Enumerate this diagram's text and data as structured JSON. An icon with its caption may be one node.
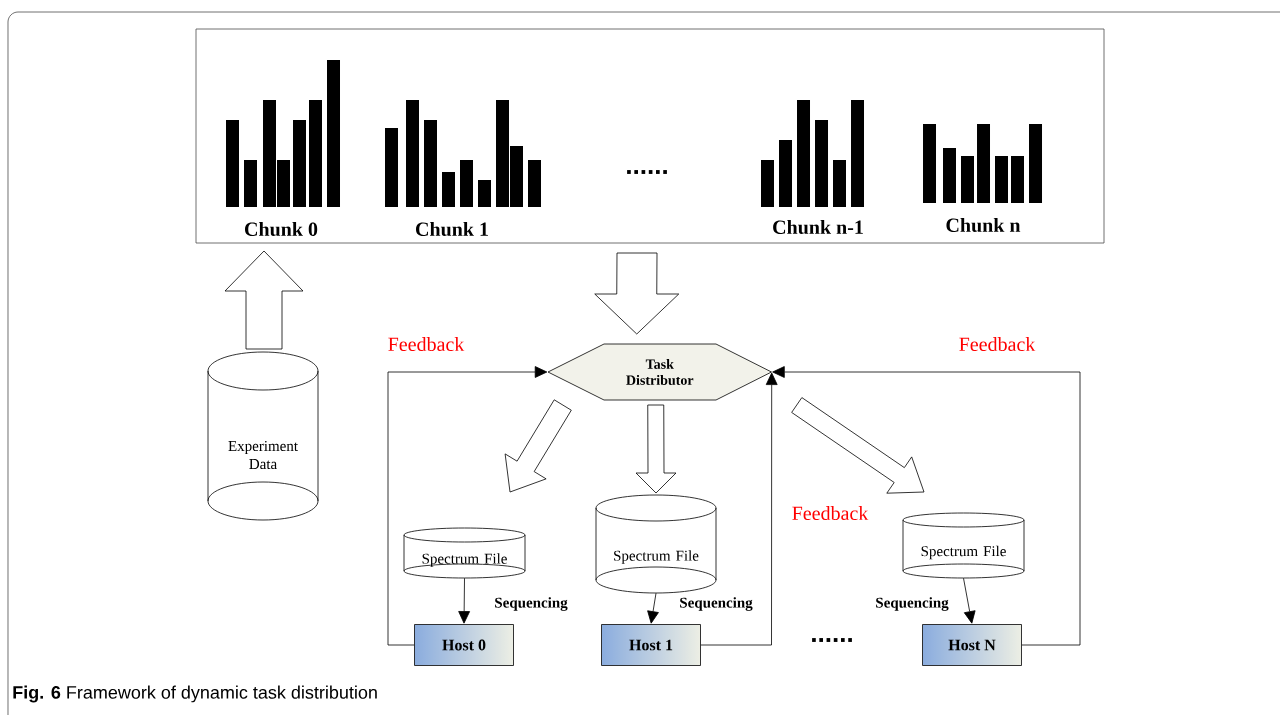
{
  "diagram": {
    "caption": "**Fig. 6** Framework of dynamic task distribution",
    "nodes": [
      {
        "text": [],
        "shape": "box"
      },
      {
        "text": [
          "Chunk 0"
        ],
        "in": 0
      },
      {
        "text": [
          "Chunk 1"
        ],
        "in": 0
      },
      {
        "text": [
          "Chunk n-1"
        ],
        "in": 0
      },
      {
        "text": [
          "Chunk n"
        ],
        "in": 0
      },
      {
        "text": [
          "Experiment Data"
        ]
      },
      {
        "text": [
          "Task Distributor"
        ]
      },
      {
        "text": [
          "Spectrum File"
        ]
      },
      {
        "text": [
          "Spectrum File"
        ]
      },
      {
        "text": [
          "Spectrum File"
        ]
      },
      {
        "text": [
          "Host 0"
        ]
      },
      {
        "text": [
          "Host 1"
        ]
      },
      {
        "text": [
          "Host N"
        ]
      }
    ],
    "edges": [
      {
        "from": 5,
        "to": 0,
        "arrow": "to",
        "style": "thick"
      },
      {
        "from": 0,
        "to": 6,
        "arrow": "to",
        "style": "thick"
      },
      {
        "from": 6,
        "to": 7,
        "arrow": "to",
        "style": "thick"
      },
      {
        "from": 6,
        "to": 8,
        "arrow": "to",
        "style": "thick"
      },
      {
        "from": 6,
        "to": 9,
        "arrow": "to",
        "style": "thick"
      },
      {
        "from": 7,
        "to": 10,
        "arrow": "to",
        "label": "Sequencing"
      },
      {
        "from": 8,
        "to": 11,
        "arrow": "to",
        "label": "Sequencing"
      },
      {
        "from": 9,
        "to": 12,
        "arrow": "to",
        "label": "Sequencing"
      },
      {
        "from": 10,
        "to": 6,
        "arrow": "to",
        "label": "Feedback"
      },
      {
        "from": 11,
        "to": 6,
        "arrow": "to",
        "label": "Feedback"
      },
      {
        "from": 12,
        "to": 6,
        "arrow": "to",
        "label": "Feedback"
      }
    ],
    "labels": [
      "......",
      "......"
    ]
  }
}
